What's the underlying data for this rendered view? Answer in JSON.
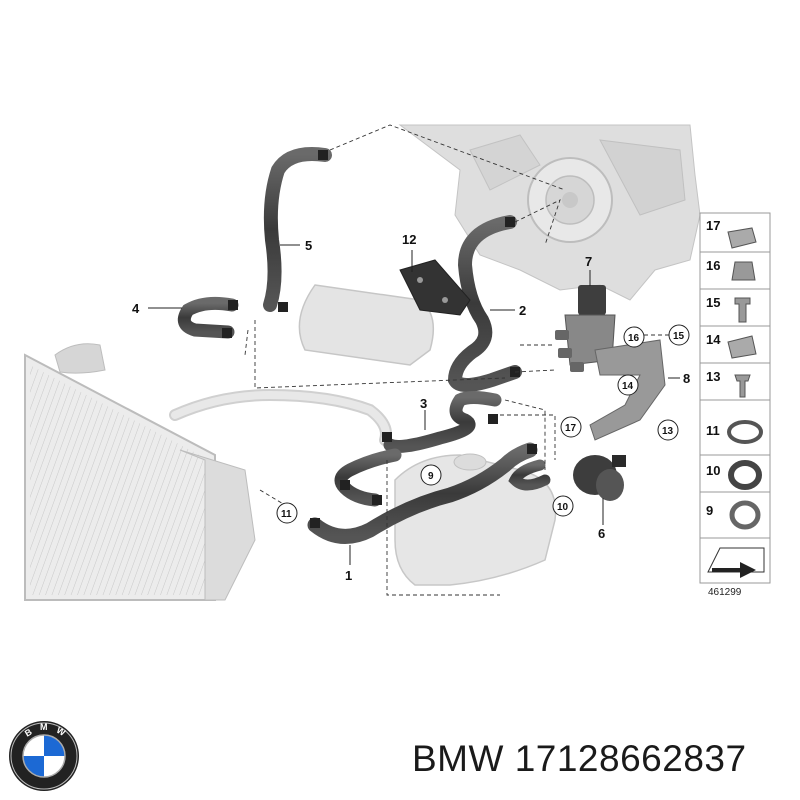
{
  "diagram": {
    "callouts": [
      "1",
      "2",
      "3",
      "4",
      "5",
      "6",
      "7",
      "8",
      "12"
    ],
    "circled_callouts": [
      "9",
      "10",
      "11",
      "13",
      "14",
      "15",
      "16",
      "17"
    ],
    "legend": [
      {
        "num": "17",
        "part": "clip-nut"
      },
      {
        "num": "16",
        "part": "nut"
      },
      {
        "num": "15",
        "part": "bolt"
      },
      {
        "num": "14",
        "part": "clip-nut"
      },
      {
        "num": "13",
        "part": "screw"
      },
      {
        "num": "11",
        "part": "hose-clamp"
      },
      {
        "num": "10",
        "part": "hose-clamp"
      },
      {
        "num": "9",
        "part": "hose-clamp"
      }
    ],
    "reference_number": "461299"
  },
  "footer": {
    "logo_text": "BMW",
    "brand_line": "BMW 17128662837"
  },
  "colors": {
    "hose": "#4a4a4a",
    "engine": "#d9d9d9",
    "radiator": "#e2e2e2",
    "logo_blue": "#1c69d4"
  }
}
